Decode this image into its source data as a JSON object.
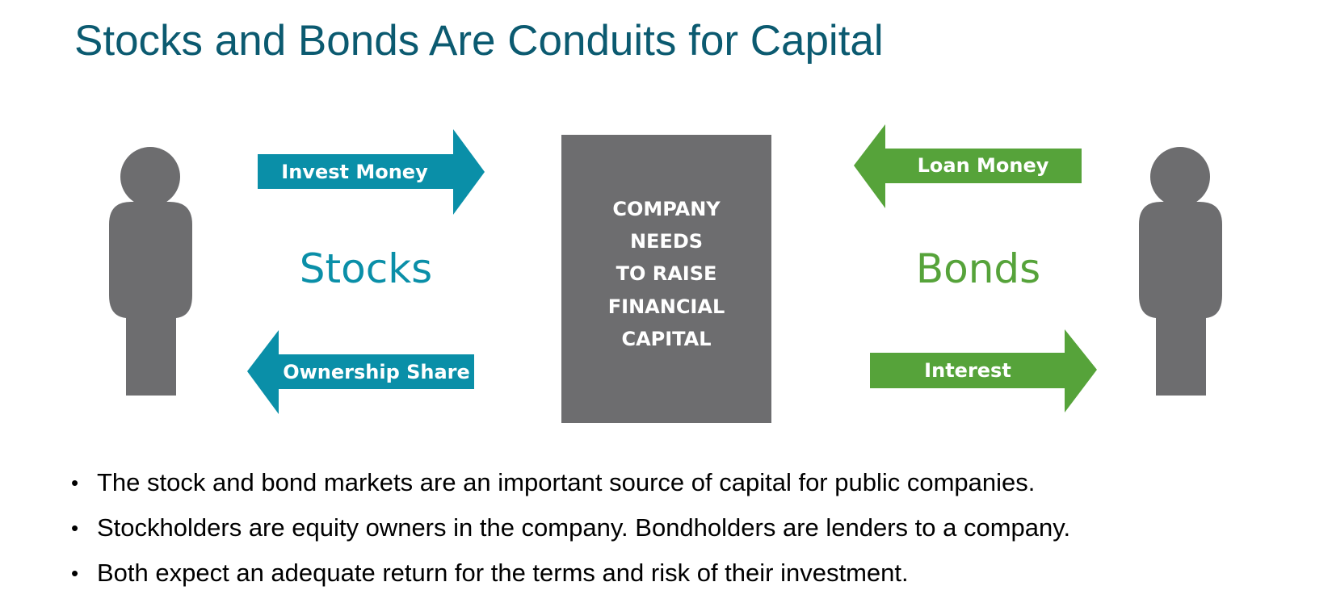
{
  "title": "Stocks and Bonds Are Conduits for Capital",
  "colors": {
    "title": "#0b5a70",
    "stocks": "#0a8fa8",
    "bonds": "#56a33a",
    "gray": "#6d6d6f"
  },
  "diagram": {
    "left_person_icon": "person-silhouette",
    "right_person_icon": "person-silhouette",
    "stocks": {
      "label": "Stocks",
      "arrow_to_company": "Invest Money",
      "arrow_to_investor": "Ownership Share"
    },
    "company": {
      "lines": [
        "COMPANY",
        "NEEDS",
        "TO RAISE",
        "FINANCIAL",
        "CAPITAL"
      ]
    },
    "bonds": {
      "label": "Bonds",
      "arrow_to_company": "Loan Money",
      "arrow_to_investor": "Interest"
    }
  },
  "bullets": [
    "The stock and bond markets are an important source of capital for public companies.",
    "Stockholders are equity owners in the company. Bondholders are lenders to a company.",
    "Both expect an adequate return for the terms and risk of their investment."
  ]
}
